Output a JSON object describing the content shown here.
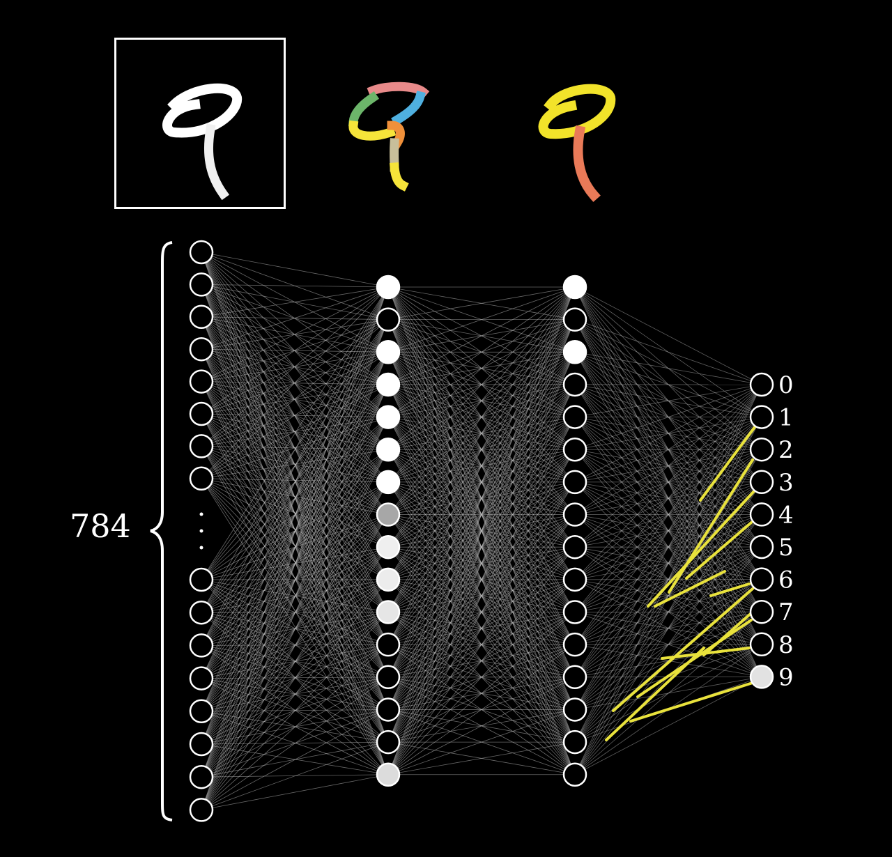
{
  "input_count_label": "784",
  "ellipsis": "⋮",
  "layers": {
    "input": {
      "top_neuron_count": 8,
      "bottom_neuron_count": 8
    },
    "hidden1": {
      "activations": [
        1,
        0,
        1,
        1,
        1,
        1,
        1,
        0.55,
        0.92,
        0.9,
        0.87,
        0,
        0,
        0,
        0,
        0.82
      ]
    },
    "hidden2": {
      "activations": [
        1,
        0,
        1,
        0,
        0,
        0,
        0,
        0,
        0,
        0,
        0,
        0,
        0,
        0,
        0,
        0
      ]
    },
    "output": {
      "labels": [
        "0",
        "1",
        "2",
        "3",
        "4",
        "5",
        "6",
        "7",
        "8",
        "9"
      ],
      "activations": [
        0,
        0,
        0,
        0,
        0,
        0,
        0,
        0,
        0,
        0.85
      ]
    }
  },
  "colors": {
    "background": "#000000",
    "neuron_outline": "#ffffff",
    "connection": "#bdbdbd",
    "highlight_connection": "#e9e23c",
    "digit_loop": "#f2e32a",
    "digit_stem": "#e97a58",
    "edge_pink": "#e88a8a",
    "edge_blue": "#4fb0e0",
    "edge_green": "#6cb56a",
    "edge_orange": "#f0903a",
    "edge_tan": "#c8bf9a",
    "edge_yellow": "#f6e43a"
  }
}
